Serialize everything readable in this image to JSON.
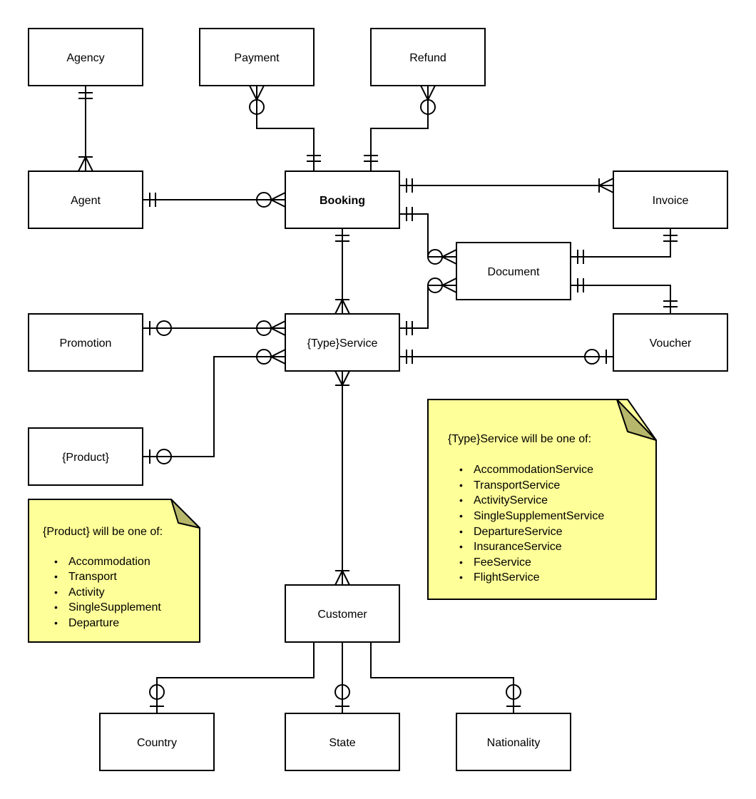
{
  "colors": {
    "line": "#000000",
    "entity_fill": "#ffffff",
    "note_fill": "#ffff99",
    "note_fold": "#b7b76b"
  },
  "entities": {
    "agency": "Agency",
    "payment": "Payment",
    "refund": "Refund",
    "agent": "Agent",
    "booking": "Booking",
    "invoice": "Invoice",
    "document": "Document",
    "promotion": "Promotion",
    "type_service": "{Type}Service",
    "voucher": "Voucher",
    "product": "{Product}",
    "customer": "Customer",
    "country": "Country",
    "state": "State",
    "nationality": "Nationality"
  },
  "notes": {
    "product": {
      "heading": "{Product} will be one of:",
      "items": [
        "Accommodation",
        "Transport",
        "Activity",
        "SingleSupplement",
        "Departure"
      ]
    },
    "type_service": {
      "heading": "{Type}Service will be one of:",
      "items": [
        "AccommodationService",
        "TransportService",
        "ActivityService",
        "SingleSupplementService",
        "DepartureService",
        "InsuranceService",
        "FeeService",
        "FlightService"
      ]
    }
  },
  "relationships": [
    {
      "from": "Agency",
      "to": "Agent",
      "from_end": "one-and-only-one",
      "to_end": "one-or-many"
    },
    {
      "from": "Payment",
      "to": "Booking",
      "from_end": "zero-or-many",
      "to_end": "one-and-only-one"
    },
    {
      "from": "Refund",
      "to": "Booking",
      "from_end": "zero-or-many",
      "to_end": "one-and-only-one"
    },
    {
      "from": "Agent",
      "to": "Booking",
      "from_end": "one-and-only-one",
      "to_end": "zero-or-many"
    },
    {
      "from": "Booking",
      "to": "Invoice",
      "from_end": "one-and-only-one",
      "to_end": "one-or-many"
    },
    {
      "from": "Booking",
      "to": "Document",
      "from_end": "one-and-only-one",
      "to_end": "zero-or-many"
    },
    {
      "from": "Invoice",
      "to": "Document",
      "from_end": "one-and-only-one",
      "to_end": "one-and-only-one"
    },
    {
      "from": "Booking",
      "to": "{Type}Service",
      "from_end": "one-and-only-one",
      "to_end": "one-or-many"
    },
    {
      "from": "{Type}Service",
      "to": "Document",
      "from_end": "one-and-only-one",
      "to_end": "zero-or-many"
    },
    {
      "from": "Voucher",
      "to": "Document",
      "from_end": "one-and-only-one",
      "to_end": "one-and-only-one"
    },
    {
      "from": "Promotion",
      "to": "{Type}Service",
      "from_end": "zero-or-one",
      "to_end": "zero-or-many"
    },
    {
      "from": "{Type}Service",
      "to": "Voucher",
      "from_end": "one-and-only-one",
      "to_end": "zero-or-one"
    },
    {
      "from": "{Product}",
      "to": "{Type}Service",
      "from_end": "zero-or-one",
      "to_end": "zero-or-many"
    },
    {
      "from": "{Type}Service",
      "to": "Customer",
      "from_end": "one-or-many",
      "to_end": "one-or-many"
    },
    {
      "from": "Customer",
      "to": "Country",
      "from_end": "none",
      "to_end": "zero-or-one"
    },
    {
      "from": "Customer",
      "to": "State",
      "from_end": "none",
      "to_end": "zero-or-one"
    },
    {
      "from": "Customer",
      "to": "Nationality",
      "from_end": "none",
      "to_end": "zero-or-one"
    }
  ]
}
